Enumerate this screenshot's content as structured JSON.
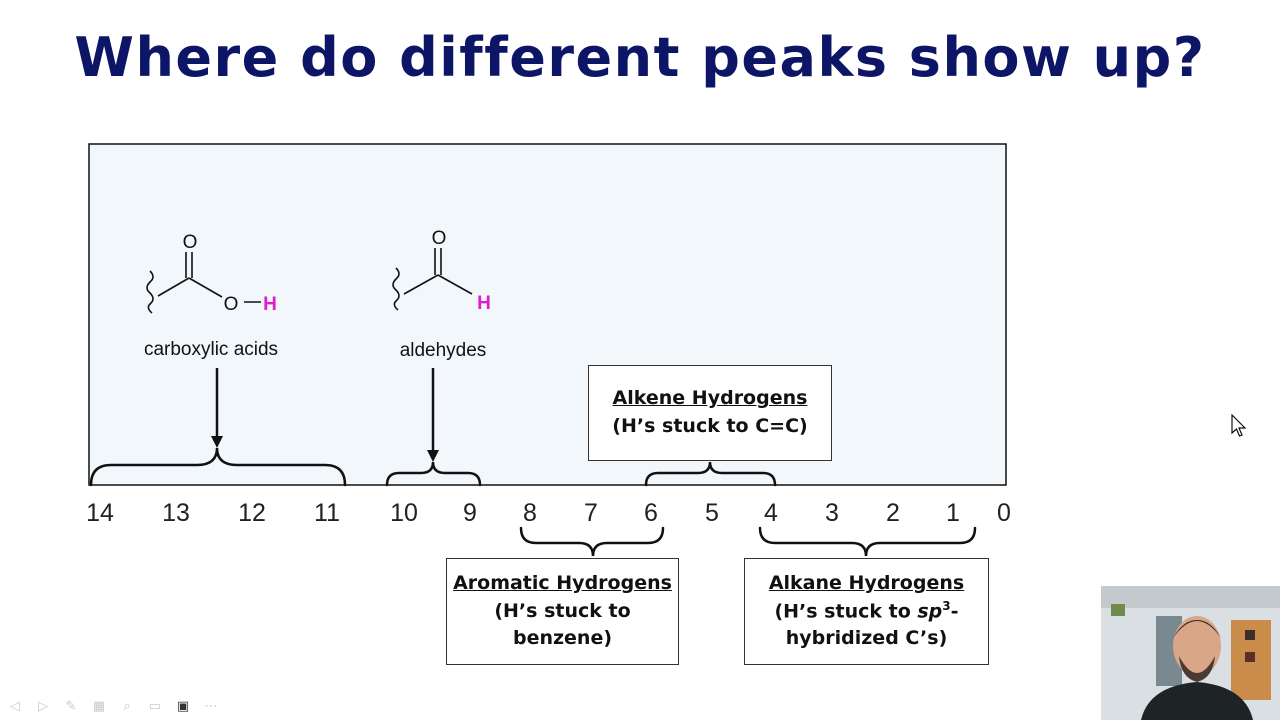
{
  "title": "Where do different peaks show up?",
  "scale_ticks": [
    "14",
    "13",
    "12",
    "11",
    "10",
    "9",
    "8",
    "7",
    "6",
    "5",
    "4",
    "3",
    "2",
    "1",
    "0"
  ],
  "groups": {
    "carboxylic": {
      "label": "carboxylic acids",
      "atoms": {
        "carbonyl_o": "O",
        "hydroxyl_o": "O",
        "bond": "—",
        "h": "H"
      }
    },
    "aldehyde": {
      "label": "aldehydes",
      "atoms": {
        "carbonyl_o": "O",
        "h": "H"
      }
    }
  },
  "boxes": {
    "alkene": {
      "title": "Alkene Hydrogens",
      "desc": "(H’s stuck to C=C)"
    },
    "aromatic": {
      "title": "Aromatic Hydrogens",
      "desc": "(H’s stuck to benzene)"
    },
    "alkane": {
      "title": "Alkane Hydrogens",
      "desc_pre": "(H’s stuck to ",
      "desc_em": "sp",
      "desc_sup": "3",
      "desc_post": "-\nhybridized C’s)"
    }
  },
  "colors": {
    "title": "#0d1566",
    "panel_bg": "#f2f7fc",
    "highlight_h": "#e01bd0"
  }
}
